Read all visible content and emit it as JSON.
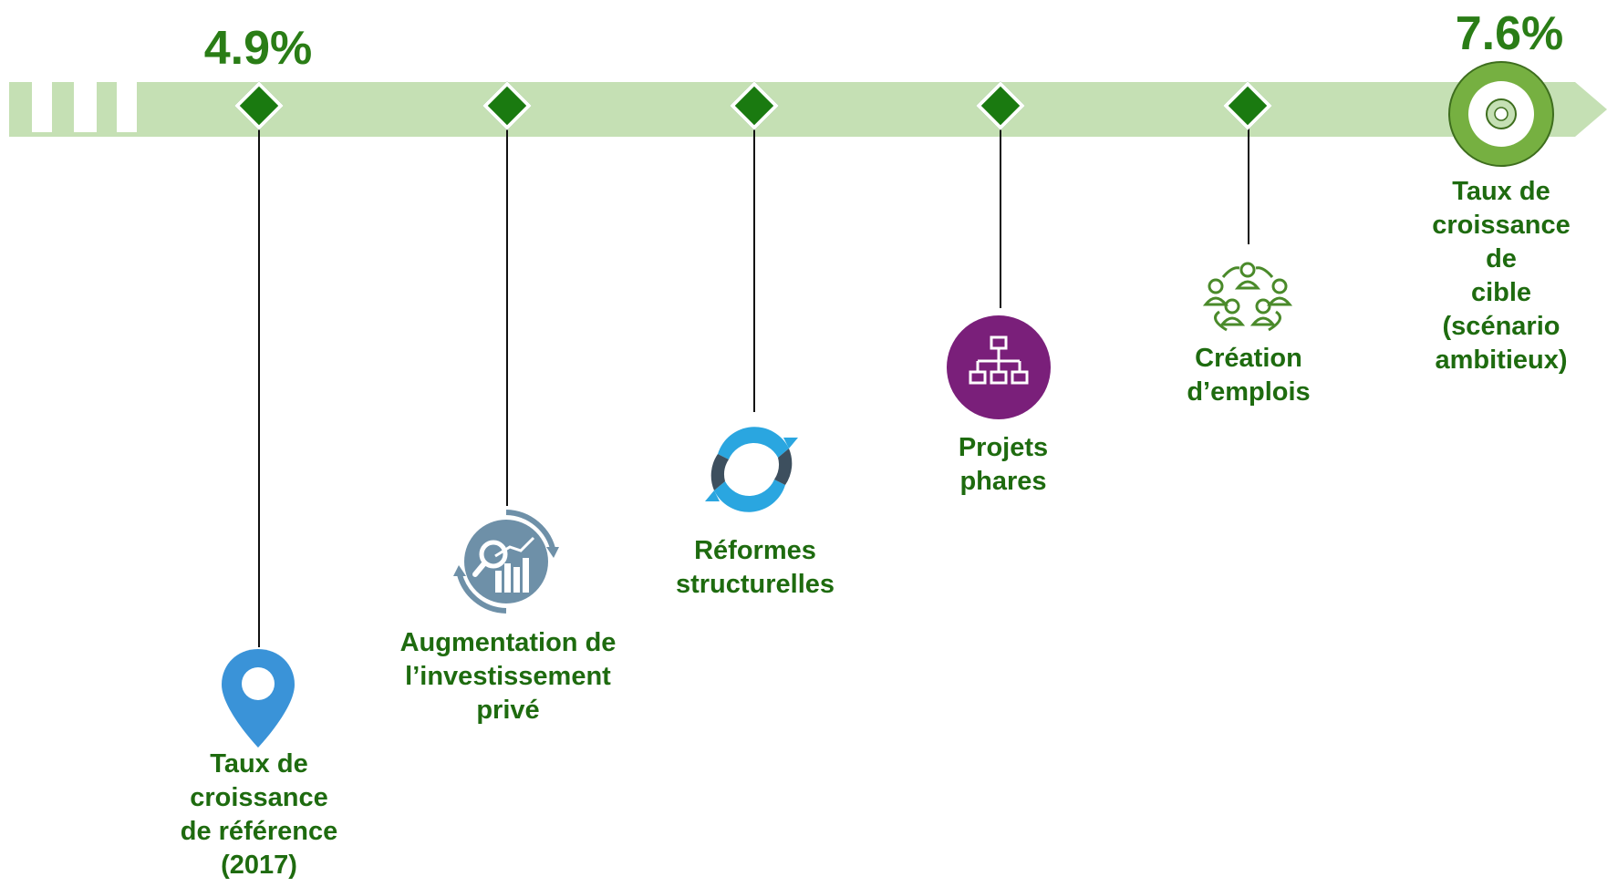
{
  "colors": {
    "bar": "#c5e0b4",
    "marker": "#1a7a10",
    "label_text": "#1e6b0f",
    "pin_blue": "#3a93d8",
    "purple": "#7a1f7a",
    "target_green": "#76b041"
  },
  "timeline": {
    "start_value": "4.9%",
    "end_value": "7.6%",
    "milestones": [
      {
        "label": "Taux de\ncroissance\nde référence\n(2017)",
        "icon": "location-pin-icon"
      },
      {
        "label": "Augmentation de\nl’investissement\nprivé",
        "icon": "investment-analytics-icon"
      },
      {
        "label": "Réformes\nstructurelles",
        "icon": "refresh-cycle-icon"
      },
      {
        "label": "Projets\nphares",
        "icon": "org-chart-icon"
      },
      {
        "label": "Création\nd’emplois",
        "icon": "people-network-icon"
      }
    ],
    "target": {
      "label": "Taux de\ncroissance de\ncible (scénario\nambitieux)",
      "icon": "target-icon"
    }
  }
}
